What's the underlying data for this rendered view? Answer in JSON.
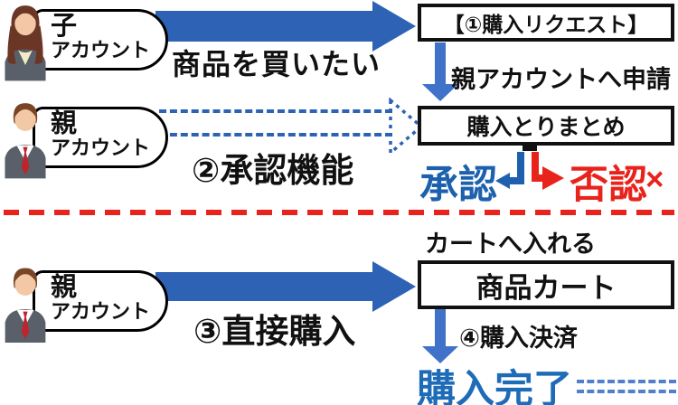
{
  "colors": {
    "arrow_blue": "#2d62b5",
    "down_arrow_blue": "#3f72c8",
    "approve_blue": "#1d61ae",
    "complete_blue": "#1e6cb8",
    "alert_red": "#e8231c",
    "box_border": "#111111"
  },
  "top": {
    "actor": {
      "icon": "businesswoman-icon",
      "line1": "子",
      "line2": "アカウント"
    },
    "request_label": "商品を買いたい",
    "box_label": "【①購入リクエスト】",
    "down_label": "親アカウントへ申請"
  },
  "middle": {
    "actor": {
      "icon": "businessman-icon",
      "line1": "親",
      "line2": "アカウント"
    },
    "function_label": "②承認機能",
    "box_label": "購入とりまとめ",
    "approve_label": "承認",
    "deny_label": "否認",
    "deny_mark": "×"
  },
  "bottom": {
    "actor": {
      "icon": "businessman-icon",
      "line1": "親",
      "line2": "アカウント"
    },
    "add_cart_label": "カートへ入れる",
    "function_label": "③直接購入",
    "box_label": "商品カート",
    "payment_label": "④購入決済",
    "complete_label": "購入完了"
  }
}
